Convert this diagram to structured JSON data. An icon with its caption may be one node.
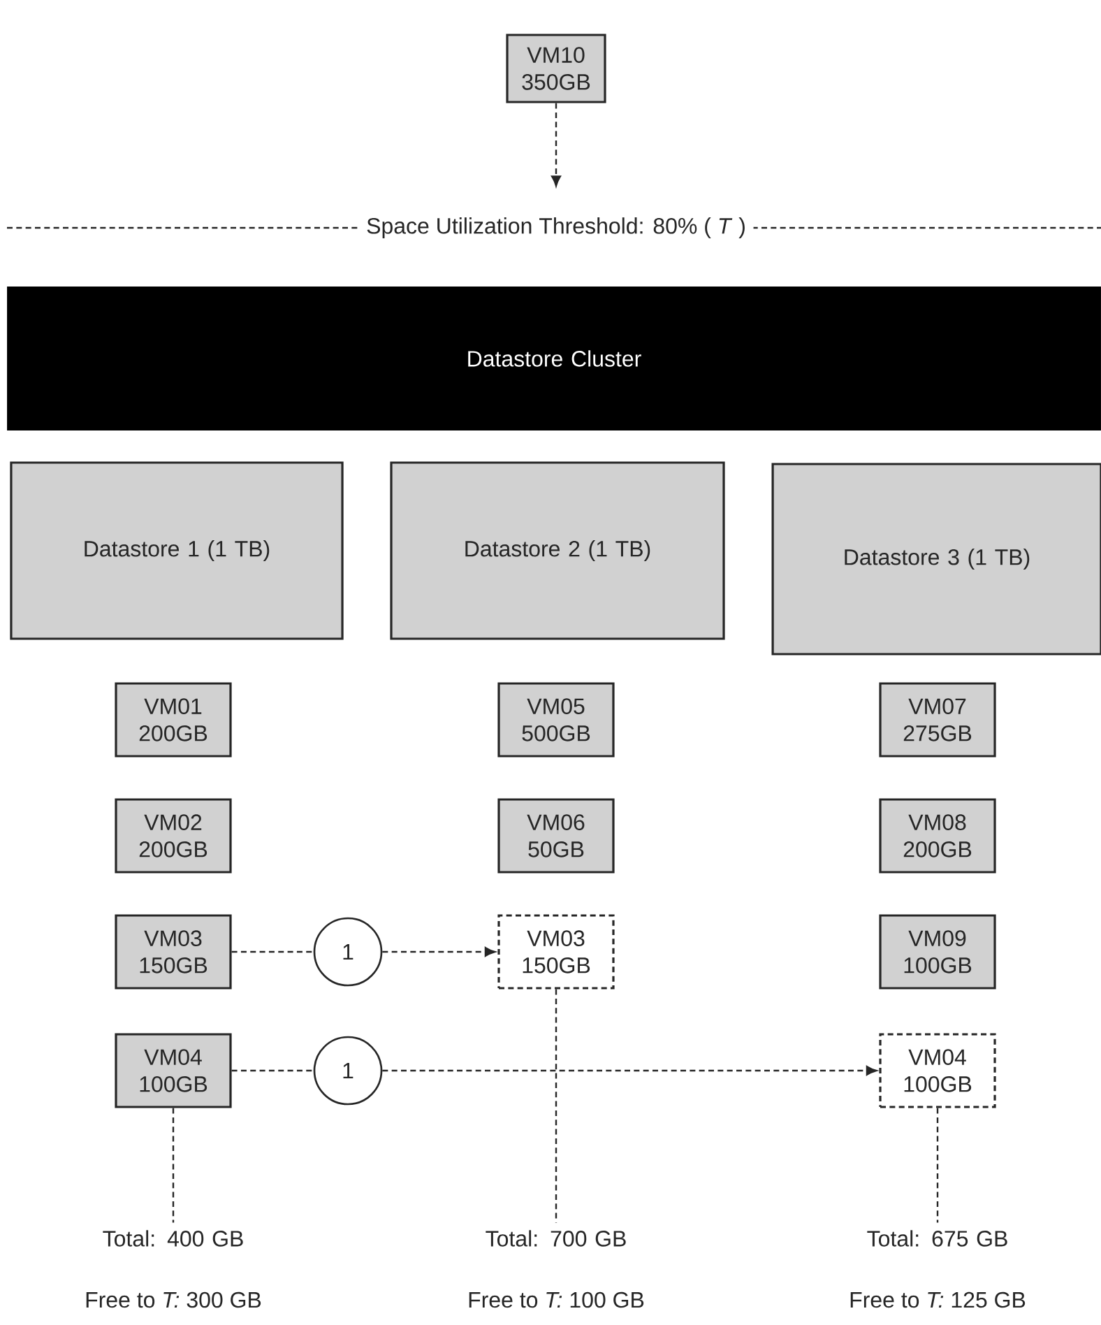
{
  "diagram": {
    "nodes": [
      {
        "text": [
          "VM10 350GB"
        ]
      },
      {
        "text": [
          "Datastore Cluster"
        ]
      },
      {
        "text": [
          "Datastore 1 (1 TB)"
        ]
      },
      {
        "text": [
          "Datastore 2 (1 TB)"
        ]
      },
      {
        "text": [
          "Datastore 3 (1 TB)"
        ]
      },
      {
        "text": [
          "VM01 200GB"
        ]
      },
      {
        "text": [
          "VM05 500GB"
        ]
      },
      {
        "text": [
          "VM07 275GB"
        ]
      },
      {
        "text": [
          "VM02 200GB"
        ]
      },
      {
        "text": [
          "VM06 50GB"
        ]
      },
      {
        "text": [
          "VM08 200GB"
        ]
      },
      {
        "text": [
          "VM03 150GB"
        ]
      },
      {
        "text": [
          "1"
        ]
      },
      {
        "text": [
          "VM03 150GB"
        ]
      },
      {
        "text": [
          "VM09 100GB"
        ]
      },
      {
        "text": [
          "VM04 100GB"
        ]
      },
      {
        "text": [
          "1"
        ]
      },
      {
        "text": [
          "VM04 100GB"
        ]
      },
      {
        "text": [
          "Total: 400 GB"
        ]
      },
      {
        "text": [
          "Total: 700 GB"
        ]
      },
      {
        "text": [
          "Total: 675 GB"
        ]
      }
    ],
    "edges": [
      {
        "from": 0,
        "to": null,
        "arrow": "to",
        "style": "dashed"
      },
      {
        "from": 11,
        "to": 12,
        "arrow": "none",
        "style": "dashed"
      },
      {
        "from": 12,
        "to": 13,
        "arrow": "to",
        "style": "dashed"
      },
      {
        "from": 15,
        "to": 16,
        "arrow": "none",
        "style": "dashed"
      },
      {
        "from": 16,
        "to": 17,
        "arrow": "to",
        "style": "dashed"
      },
      {
        "from": 15,
        "to": 18,
        "arrow": "none",
        "style": "dashed"
      },
      {
        "from": 13,
        "to": 19,
        "arrow": "none",
        "style": "dashed"
      },
      {
        "from": 17,
        "to": 20,
        "arrow": "none",
        "style": "dashed"
      }
    ],
    "labels": [
      "Space Utilization Threshold: 80% ( *T* )",
      "Free to *T:* 300 GB",
      "Free to *T:* 100 GB",
      "Free to *T:* 125 GB"
    ]
  }
}
